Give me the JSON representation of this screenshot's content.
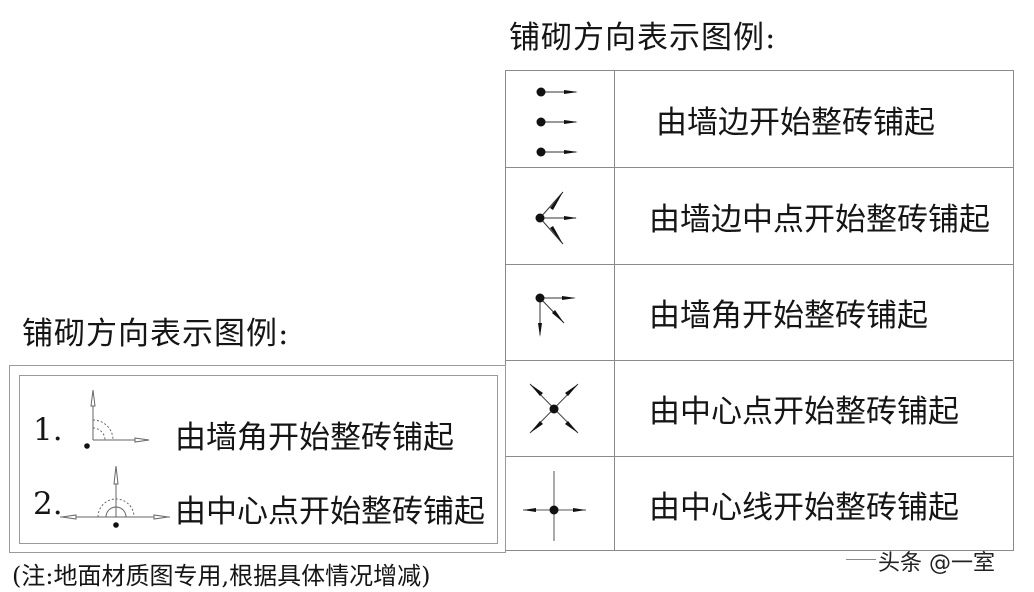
{
  "right_legend": {
    "title": "铺砌方向表示图例:",
    "rows": [
      {
        "symbol": "three-dots-arrows-right-icon",
        "label": "由墙边开始整砖铺起"
      },
      {
        "symbol": "dot-three-arrows-fan-icon",
        "label": "由墙边中点开始整砖铺起"
      },
      {
        "symbol": "corner-dot-three-arrows-icon",
        "label": "由墙角开始整砖铺起"
      },
      {
        "symbol": "center-dot-four-diagonal-arrows-icon",
        "label": "由中心点开始整砖铺起"
      },
      {
        "symbol": "center-line-cross-arrows-icon",
        "label": "由中心线开始整砖铺起"
      }
    ]
  },
  "left_legend": {
    "title": "铺砌方向表示图例:",
    "items": [
      {
        "number": "1.",
        "symbol": "corner-right-angle-arrows-icon",
        "label": "由墙角开始整砖铺起"
      },
      {
        "number": "2.",
        "symbol": "center-half-circle-arrows-icon",
        "label": "由中心点开始整砖铺起"
      }
    ],
    "note": "(注:地面材质图专用,根据具体情况增减)"
  },
  "watermark": {
    "text": "头条 @一室"
  },
  "colors": {
    "line": "#8a8a8a",
    "ink": "#151515",
    "background": "#ffffff"
  }
}
